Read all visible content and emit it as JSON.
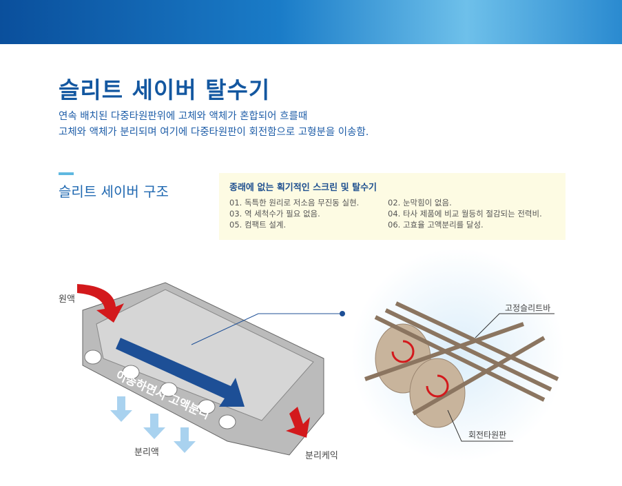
{
  "title": "슬리트 세이버 탈수기",
  "description": [
    "연속 배치된 다중타원판위에 고체와 액체가 혼합되어 흐를때",
    "고체와 액체가 분리되며 여기에 다중타원판이 회전함으로 고형분을 이송함."
  ],
  "section_title": "슬리트 세이버 구조",
  "features": {
    "heading": "종래에 없는 획기적인 스크린 및 탈수기",
    "items": [
      "01. 독특한 원리로 저소음 무진동 실현.",
      "02. 눈막힘이 없음.",
      "03. 역 세척수가 필요 없음.",
      "04. 타사 제품에 비교 월등히 절감되는 전력비.",
      "05. 컴팩트 설계.",
      "06. 고효율 고액분리를 달성."
    ]
  },
  "diagram": {
    "inflow": "원액",
    "transport": "이송하면서 고액분리",
    "filtrate": "분리액",
    "cake": "분리케익",
    "fixed_bar": "고정슬리트바",
    "rotating_disc": "회전타원판"
  }
}
